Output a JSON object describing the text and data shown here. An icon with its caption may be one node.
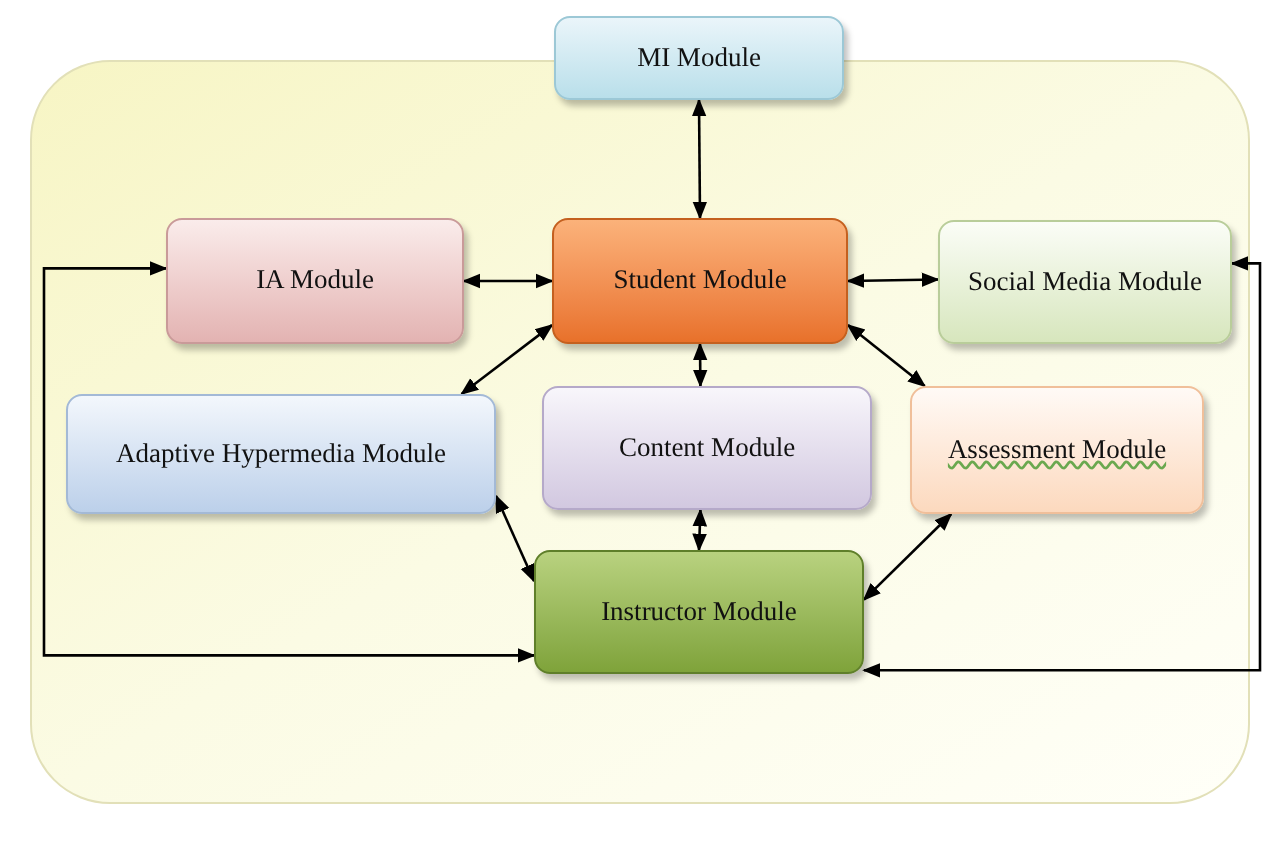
{
  "diagram": {
    "nodes": [
      {
        "text": [
          "MI Module"
        ]
      },
      {
        "text": [
          "IA Module"
        ]
      },
      {
        "text": [
          "Student Module"
        ]
      },
      {
        "text": [
          "Social Media Module"
        ]
      },
      {
        "text": [
          "Adaptive Hypermedia Module"
        ]
      },
      {
        "text": [
          "Content Module"
        ]
      },
      {
        "text": [
          "Assessment Module"
        ]
      },
      {
        "text": [
          "Instructor Module"
        ]
      }
    ],
    "edges": [
      {
        "from": 0,
        "to": 2,
        "arrow": "both"
      },
      {
        "from": 1,
        "to": 2,
        "arrow": "both"
      },
      {
        "from": 2,
        "to": 3,
        "arrow": "both"
      },
      {
        "from": 2,
        "to": 4,
        "arrow": "both"
      },
      {
        "from": 2,
        "to": 6,
        "arrow": "both"
      },
      {
        "from": 2,
        "to": 5,
        "arrow": "both"
      },
      {
        "from": 5,
        "to": 7,
        "arrow": "both"
      },
      {
        "from": 4,
        "to": 7,
        "arrow": "both"
      },
      {
        "from": 6,
        "to": 7,
        "arrow": "both"
      },
      {
        "from": 7,
        "to": 1,
        "arrow": "both"
      },
      {
        "from": 7,
        "to": 3,
        "arrow": "both"
      }
    ]
  }
}
